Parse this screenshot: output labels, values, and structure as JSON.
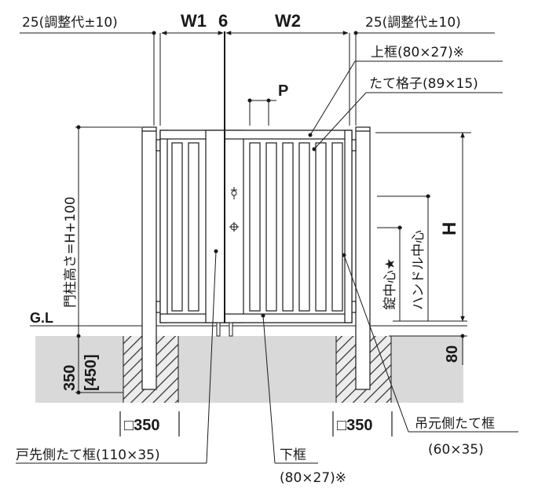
{
  "dimensions": {
    "left_margin": "25(調整代±10)",
    "right_margin": "25(調整代±10)",
    "w1": "W1",
    "gap": "6",
    "w2": "W2",
    "picket_pitch": "P",
    "height": "H",
    "post_height": "門柱高さ=H+100",
    "ground_line": "G.L",
    "clearance": "80",
    "depth": "350",
    "depth_alt": "[450]",
    "foundation_left": "□350",
    "foundation_right": "□350"
  },
  "callouts": {
    "top_rail": "上框(80×27)※",
    "vertical_slat": "たて格子(89×15)",
    "lock_center": "錠中心★",
    "handle_center": "ハンドル中心",
    "hinge_stile": "吊元側たて框",
    "hinge_stile_size": "(60×35)",
    "latch_stile": "戸先側たて框(110×35)",
    "bottom_rail": "下框",
    "bottom_rail_size": "(80×27)※"
  },
  "colors": {
    "line": "#1a1a1a",
    "ground": "#d9d9d9",
    "foundation_hatch": "#555555"
  }
}
